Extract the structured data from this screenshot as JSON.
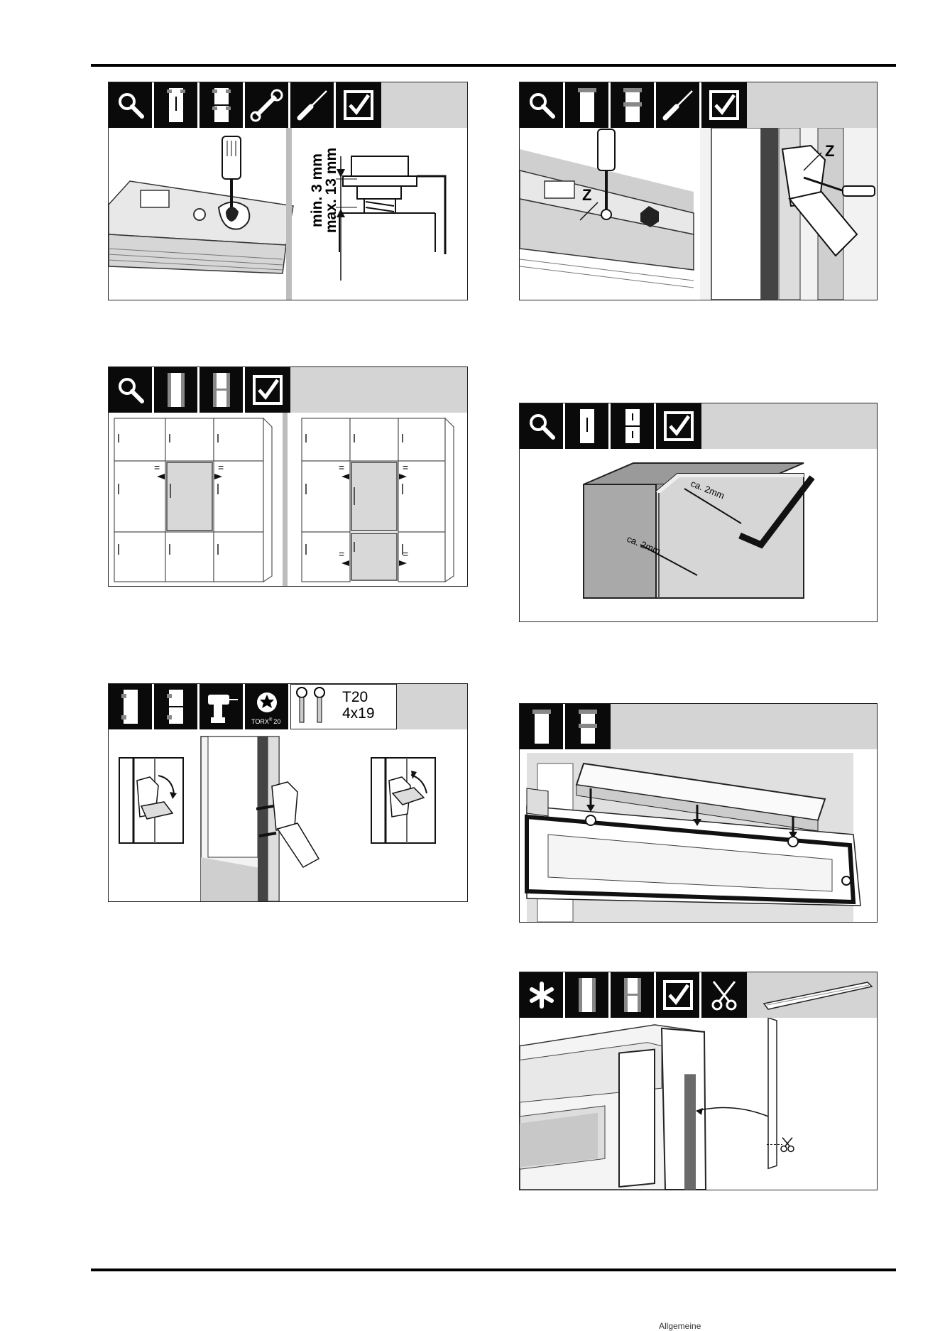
{
  "panel1": {
    "dim_min": "min. 3 mm",
    "dim_max": "max. 13 mm"
  },
  "panel2": {
    "z1": "Z",
    "z2": "Z"
  },
  "panel3": {
    "equal": "="
  },
  "panel4": {
    "gap_top": "ca. 2mm",
    "gap_side": "ca. 2mm"
  },
  "panel5": {
    "torx_label": "TORX",
    "torx_sup": "®",
    "torx_size": "20",
    "screw_type": "T20",
    "screw_size": "4x19"
  },
  "footer": {
    "page_fragment": "Allgemeine"
  },
  "colors": {
    "bar_black": "#0a0a0a",
    "bar_grey": "#d4d4d4",
    "shade": "#bdbdbd"
  },
  "icon_names": [
    "magnifier-icon",
    "door-hinge-icon",
    "two-door-hinge-icon",
    "wrench-icon",
    "screwdriver-icon",
    "checkbox-icon",
    "drill-icon",
    "torx-icon",
    "screws-icon",
    "asterisk-icon",
    "scissors-icon",
    "trim-strip-icon"
  ]
}
